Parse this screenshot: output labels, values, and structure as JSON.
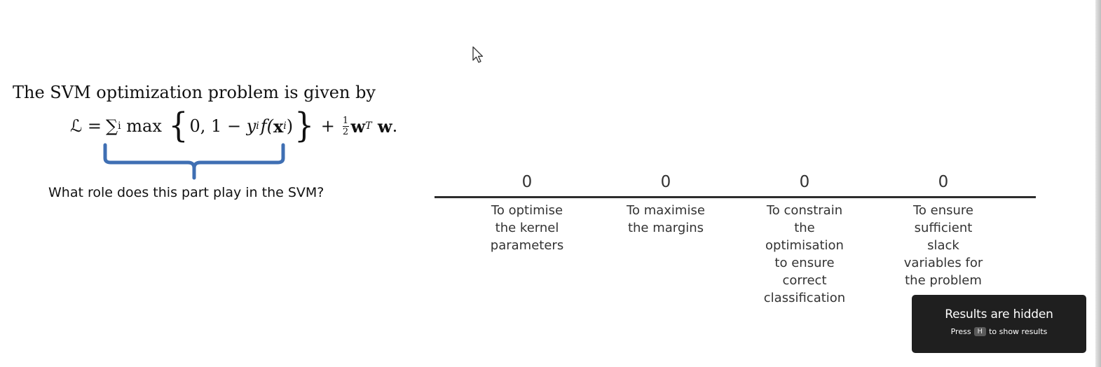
{
  "question": {
    "intro": "The SVM optimization problem is given by",
    "equation": {
      "lhs": "ℒ =",
      "sum": "∑",
      "sum_sub": "i",
      "max": " max ",
      "open_brace": "{",
      "inner": "0, 1 − ",
      "y": "y",
      "y_sub": "i",
      "f": "f(",
      "x": "x",
      "x_sub": "i",
      "close_paren": ")",
      "close_brace": "}",
      "plus": " + ",
      "frac_num": "1",
      "frac_den": "2",
      "w1": "w",
      "w1_sup": "T",
      "w2": " w",
      "period": "."
    },
    "prompt": "What role does this part play in the SVM?",
    "brace_color": "#3f6fb3"
  },
  "poll": {
    "options": [
      {
        "count": "0",
        "label_lines": [
          "To optimise",
          "the kernel",
          "parameters"
        ]
      },
      {
        "count": "0",
        "label_lines": [
          "To maximise",
          "the margins"
        ]
      },
      {
        "count": "0",
        "label_lines": [
          "To constrain",
          "the",
          "optimisation",
          "to ensure",
          "correct",
          "classification"
        ]
      },
      {
        "count": "0",
        "label_lines": [
          "To ensure",
          "sufficient",
          "slack",
          "variables for",
          "the problem"
        ]
      }
    ]
  },
  "toast": {
    "title": "Results are hidden",
    "hint_before": "Press",
    "key": "H",
    "hint_after": "to show results"
  },
  "icons": {
    "cursor": "mouse-pointer-icon"
  }
}
